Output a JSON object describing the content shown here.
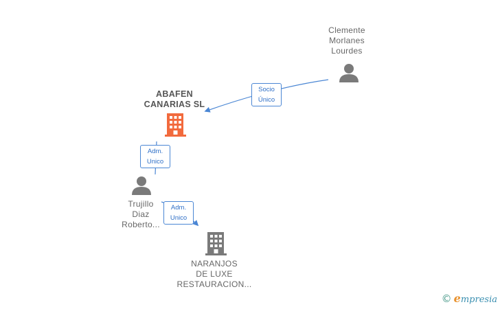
{
  "nodes": {
    "clemente": {
      "lines": [
        "Clemente",
        "Morlanes",
        "Lourdes"
      ]
    },
    "abafen": {
      "lines": [
        "ABAFEN",
        "CANARIAS SL"
      ]
    },
    "trujillo": {
      "lines": [
        "Trujillo",
        "Diaz",
        "Roberto..."
      ]
    },
    "naranjos": {
      "lines": [
        "NARANJOS",
        "DE LUXE",
        "RESTAURACION..."
      ]
    }
  },
  "edges": {
    "socio": {
      "lines": [
        "Socio",
        "Único"
      ]
    },
    "adm1": {
      "lines": [
        "Adm.",
        "Unico"
      ]
    },
    "adm2": {
      "lines": [
        "Adm.",
        "Unico"
      ]
    }
  },
  "colors": {
    "edge": "#4a86d4",
    "person_icon": "#7a7a7a",
    "company_main": "#f26a3d",
    "company_other": "#7a7a7a"
  },
  "icons": {
    "person": "person-icon",
    "building": "building-icon"
  },
  "brand": {
    "copyright": "©",
    "e": "e",
    "name": "mpresia"
  }
}
